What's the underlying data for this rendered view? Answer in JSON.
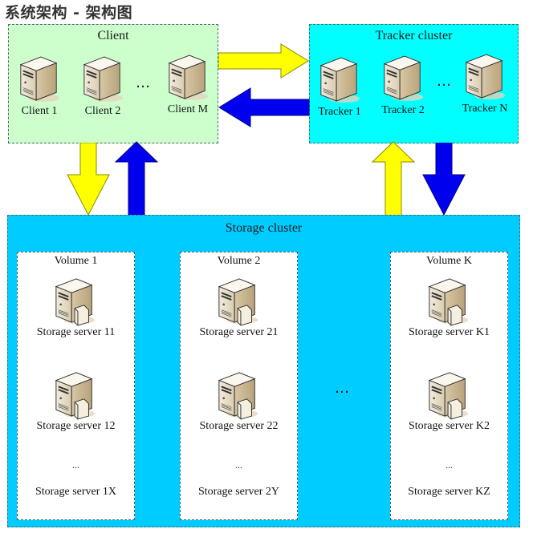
{
  "page_title": "系统架构 - 架构图",
  "colors": {
    "client_bg": "#ccffcc",
    "tracker_bg": "#00ffff",
    "storage_bg": "#00ccff",
    "request_arrow": "#ffff00",
    "response_arrow": "#0000ee"
  },
  "client": {
    "title": "Client",
    "nodes": [
      {
        "label": "Client 1",
        "icon": "server-icon"
      },
      {
        "label": "Client 2",
        "icon": "server-icon"
      },
      {
        "label": "Client M",
        "icon": "server-icon"
      }
    ],
    "ellipsis": "…"
  },
  "tracker": {
    "title": "Tracker cluster",
    "nodes": [
      {
        "label": "Tracker 1",
        "icon": "server-icon"
      },
      {
        "label": "Tracker 2",
        "icon": "server-icon"
      },
      {
        "label": "Tracker N",
        "icon": "server-icon"
      }
    ],
    "ellipsis": "…"
  },
  "storage": {
    "title": "Storage cluster",
    "ellipsis": "…",
    "volumes": [
      {
        "title": "Volume 1",
        "servers": [
          "Storage server 11",
          "Storage server 12"
        ],
        "ellipsis": "...",
        "last": "Storage server 1X"
      },
      {
        "title": "Volume 2",
        "servers": [
          "Storage server 21",
          "Storage server 22"
        ],
        "ellipsis": "...",
        "last": "Storage server 2Y"
      },
      {
        "title": "Volume K",
        "servers": [
          "Storage server K1",
          "Storage server K2"
        ],
        "ellipsis": "...",
        "last": "Storage server KZ"
      }
    ]
  }
}
